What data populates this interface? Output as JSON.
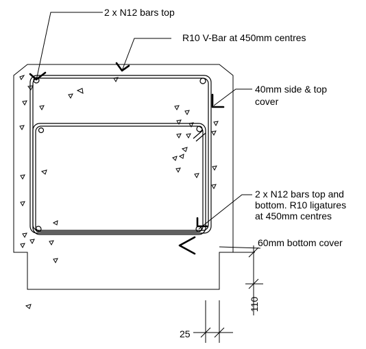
{
  "labels": {
    "n12_top": "2 x N12 bars top",
    "vbar": "R10 V-Bar at 450mm centres",
    "cover_side_top_1": "40mm side & top",
    "cover_side_top_2": "cover",
    "bottom_bars_1": "2 x N12 bars top and",
    "bottom_bars_2": "bottom. R10 ligatures",
    "bottom_bars_3": "at 450mm centres",
    "bottom_cover": "60mm bottom cover",
    "dim_110": "110",
    "dim_25": "25"
  }
}
